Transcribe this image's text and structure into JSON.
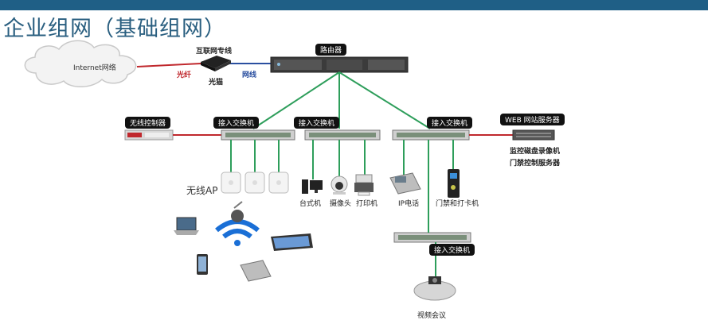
{
  "header": {
    "title": "企业组网（基础组网）",
    "accent_color": "#1f5f86"
  },
  "internet": {
    "label": "Internet网络",
    "fiber_label": "光纤",
    "modem_label": "光猫",
    "dedicated_line_label": "互联网专线",
    "network_cable_label": "网线"
  },
  "router": {
    "label": "路由器"
  },
  "wireless_controller": {
    "label": "无线控制器"
  },
  "switches": {
    "left": "接入交换机",
    "middle": "接入交换机",
    "right": "接入交换机",
    "lower": "接入交换机"
  },
  "servers": {
    "web": "WEB 网站服务器",
    "surveillance": "监控磁盘录像机",
    "access_control": "门禁控制服务器"
  },
  "endpoints": {
    "wireless_ap": "无线AP",
    "desktop": "台式机",
    "camera": "摄像头",
    "printer": "打印机",
    "ip_phone": "IP电话",
    "door_access": "门禁和打卡机",
    "video_conference": "视频会议"
  },
  "colors": {
    "link_green": "#2e9e5b",
    "link_red": "#c0282d",
    "fiber_red": "#c0282d",
    "cable_blue": "#2a4fa0"
  }
}
